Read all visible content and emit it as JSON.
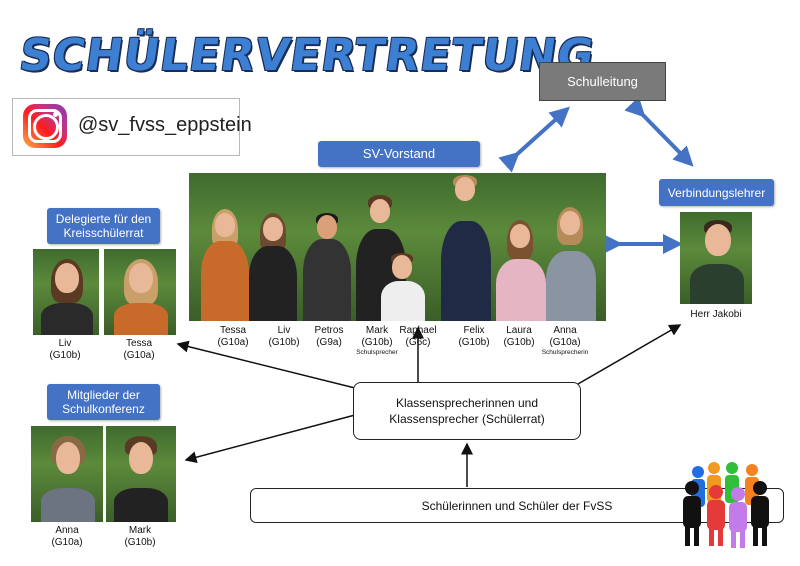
{
  "title": "Schülervertretung",
  "instagram": {
    "handle": "@sv_fvss_eppstein"
  },
  "boxes": {
    "schulleitung": "Schulleitung",
    "sv_vorstand": "SV-Vorstand",
    "verbindungslehrer": "Verbindungslehrer",
    "delegierte": "Delegierte für den Kreisschülerrat",
    "mitglieder": "Mitglieder der Schulkonferenz",
    "klassensprecher": "Klassensprecherinnen und Klassensprecher (Schülerrat)",
    "schueler": "Schülerinnen und Schüler der FvSS"
  },
  "vorstand": [
    {
      "name": "Tessa",
      "klasse": "(G10a)",
      "role": ""
    },
    {
      "name": "Liv",
      "klasse": "(G10b)",
      "role": ""
    },
    {
      "name": "Petros",
      "klasse": "(G9a)",
      "role": ""
    },
    {
      "name": "Mark",
      "klasse": "(G10b)",
      "role": "Schulsprecher"
    },
    {
      "name": "Raphael",
      "klasse": "(G6c)",
      "role": ""
    },
    {
      "name": "Felix",
      "klasse": "(G10b)",
      "role": ""
    },
    {
      "name": "Laura",
      "klasse": "(G10b)",
      "role": ""
    },
    {
      "name": "Anna",
      "klasse": "(G10a)",
      "role": "Schulsprecherin"
    }
  ],
  "delegierte": [
    {
      "name": "Liv",
      "klasse": "(G10b)"
    },
    {
      "name": "Tessa",
      "klasse": "(G10a)"
    }
  ],
  "mitglieder": [
    {
      "name": "Anna",
      "klasse": "(G10a)"
    },
    {
      "name": "Mark",
      "klasse": "(G10b)"
    }
  ],
  "lehrer": {
    "name": "Herr Jakobi"
  },
  "colors": {
    "accent": "#4472c4",
    "leitung": "#7a7a7a"
  }
}
